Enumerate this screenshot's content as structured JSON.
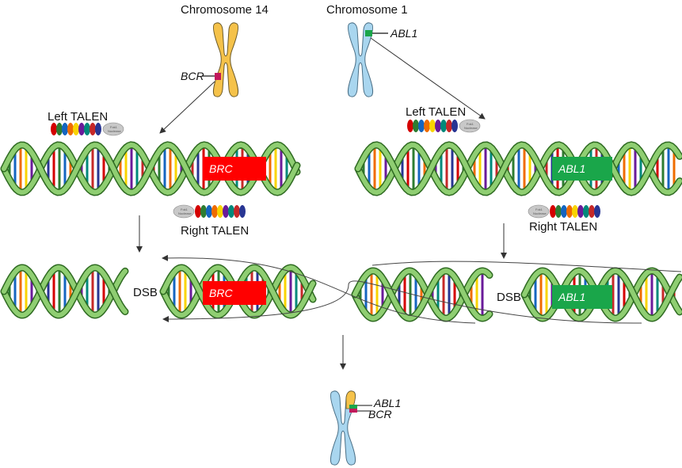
{
  "labels": {
    "chr14": "Chromosome 14",
    "chr1": "Chromosome 1",
    "bcr": "BCR",
    "abl1": "ABL1",
    "left_talen": "Left TALEN",
    "right_talen": "Right TALEN",
    "brc": "BRC",
    "dsb": "DSB",
    "fok1": "Fok1",
    "nuclease": "Nuclease"
  },
  "colors": {
    "dna_light": "#8fce72",
    "dna_dark": "#2f6b22",
    "chr14": "#f5c24a",
    "chr1": "#a9d6ef",
    "brc_box": "#ff0000",
    "abl1_box": "#1aa64a",
    "bcr_mark": "#c2185b",
    "abl1_mark": "#1aa64a",
    "bead_colors": [
      "#d40000",
      "#2e7d32",
      "#1565c0",
      "#ef6c00",
      "#f9d400",
      "#6a1b9a",
      "#00897b",
      "#c62828",
      "#283593"
    ]
  }
}
